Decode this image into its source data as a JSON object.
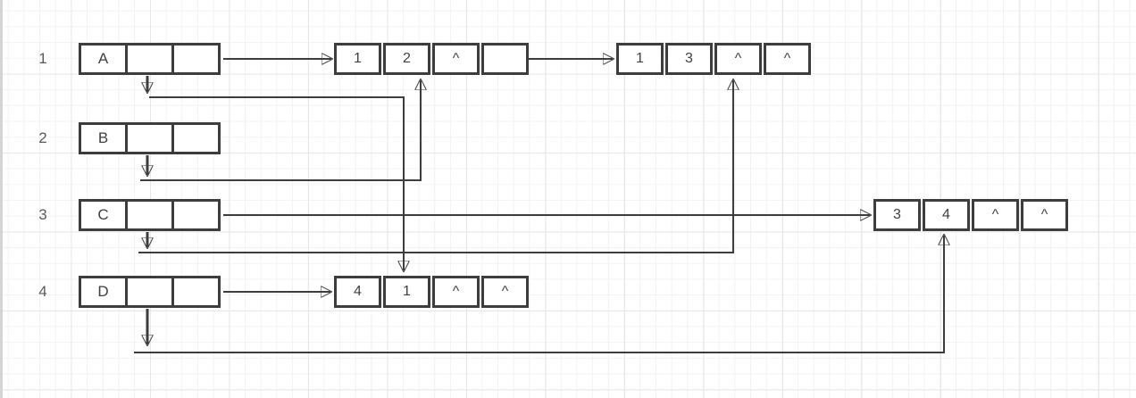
{
  "canvas": {
    "row_labels": [
      "1",
      "2",
      "3",
      "4"
    ],
    "vertices": [
      {
        "name": "A",
        "cells": [
          "A",
          "",
          ""
        ]
      },
      {
        "name": "B",
        "cells": [
          "B",
          "",
          ""
        ]
      },
      {
        "name": "C",
        "cells": [
          "C",
          "",
          ""
        ]
      },
      {
        "name": "D",
        "cells": [
          "D",
          "",
          ""
        ]
      }
    ],
    "edge_nodes": [
      {
        "name": "edge-1-2",
        "cells": [
          "1",
          "2",
          "^",
          ""
        ]
      },
      {
        "name": "edge-1-3",
        "cells": [
          "1",
          "3",
          "^",
          "^"
        ]
      },
      {
        "name": "edge-3-4",
        "cells": [
          "3",
          "4",
          "^",
          "^"
        ]
      },
      {
        "name": "edge-4-1",
        "cells": [
          "4",
          "1",
          "^",
          "^"
        ]
      }
    ],
    "colors": {
      "stroke": "#3d3d3d",
      "row_label_text": "#595959",
      "cell_text": "#404040",
      "canvas_background": "#ffffff",
      "grid_minor": "#f2f2f2",
      "grid_major": "#e7e7e7",
      "left_edge_strip": "#d4d4d4"
    }
  }
}
